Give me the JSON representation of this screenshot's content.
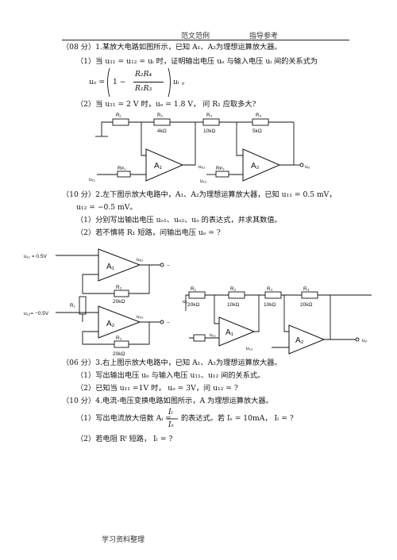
{
  "header": {
    "left": "范文范例",
    "right": "指导参考"
  },
  "q1": {
    "title": "（08 分）1.某放大电路如图所示，已知 A₁、A₂为理想运算放大器。",
    "p1": "（1）当 u₁₁ = u₁₂ = uᵢ 时，证明输出电压 uₒ 与输入电压 uᵢ 间的关系式为",
    "formula_left": "uₒ = ",
    "formula_num": "R₂R₄",
    "formula_den": "R₁R₃",
    "formula_one": "1 −",
    "formula_tail": "uᵢ 。",
    "p2": "（2）当 u₁₁ = 2 V 时，uₒ = 1.8 V，  问 R₁ 应取多大?",
    "circuit": {
      "r1": "R₁",
      "r2": "R₂",
      "r2v": "4kΩ",
      "r3": "R₃",
      "r3v": "10kΩ",
      "r4": "R₄",
      "r4v": "5kΩ",
      "rp1": "Rᴘ₁",
      "rp2": "Rᴘ₂",
      "a1": "A₁",
      "a2": "A₂",
      "uo1": "uₒ₁",
      "ui1": "u₁₁",
      "ui2": "u₁₂",
      "uo": "uₒ"
    }
  },
  "q2": {
    "title": "（10 分）2.左下图示放大电路中，A₁、A₂为理想运算放大器，已知 u₁₁ = 0.5 mV，",
    "title2": "u₁₂ = −0.5 mV。",
    "p1": "（1）分别写出输出电压 uₒ₁、uₒ₂、uₒ 的表达式，并求其数值。",
    "p2": "（2）若不慎将 R₁ 短路，问输出电压 uₒ = ?",
    "circuit": {
      "ui1": "u₁₁ = 0.5V",
      "ui2": "u₁₂= −0.5V",
      "a1": "A₁",
      "a2": "A₂",
      "uo1": "uₒ₁",
      "uo2": "uₒ₂",
      "r2": "R₂",
      "r2v": "20kΩ",
      "r3": "R₃",
      "r3v": "20kΩ",
      "r1": "R₁",
      "minus": "−"
    }
  },
  "q3": {
    "title": "（06 分）3.右上图示放大电路中，已知 A₁、A₂为理想运算放大器。",
    "p1": "（1）写出输出电压 uₒ 与输入电压 u₁₁、u₁₂ 间的关系式。",
    "p2": "（2）已知当 u₁₁ =1V 时，  uₒ = 3V，问 u₁₂ = ?",
    "circuit": {
      "r1": "R₁",
      "r1v": "20kΩ",
      "r2": "R₂",
      "r2v": "10kΩ",
      "r3": "R₃",
      "r3v": "10kΩ",
      "r4": "R₄",
      "r4v": "20kΩ",
      "a1": "A₁",
      "a2": "A₂",
      "ui1": "u₁₁",
      "ui2": "u₁₂",
      "uo": "uₒ",
      "uo_side": "uₒ"
    }
  },
  "q4": {
    "title": "（10 分）4.电流-电压变换电路如图所示，A 为理想运算放大器。",
    "p1a": "（1）写出电流放大倍数 Aᵢ =",
    "frac_num": "Iₗ",
    "frac_den": "Iₛ",
    "p1b": "的表达式。若 Iₛ = 10mA，  Iₗ = ?",
    "p2": "（2）若电阻 Rᶠ 短路，  Iₗ = ?"
  },
  "footer": "学习资料整理"
}
